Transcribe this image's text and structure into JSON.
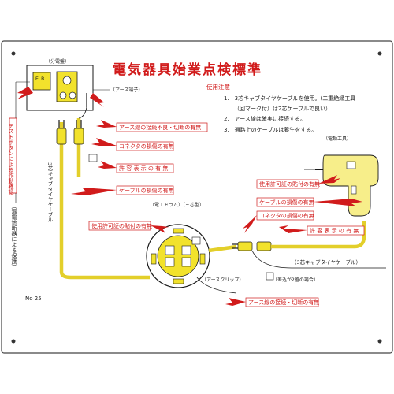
{
  "sign": {
    "title": "電気器具始業点検標準",
    "number": "No 25"
  },
  "notes": {
    "heading": "使用注意",
    "items": [
      "1.　3芯キャブタイヤケーブルを使用。(二重絶縁工具",
      "（回マーク付）は2芯ケーブルで良い）",
      "2.　アース線は確実に接続する。",
      "3.　通路上のケーブルは養生をする。"
    ]
  },
  "panel": {
    "label": "（分電盤）",
    "ground_terminal": "（アース端子）",
    "breaker": "ELB",
    "vertical_note": "テストボタンによる作動確認",
    "vertical_note2": "（漏電遮断器による保護）"
  },
  "cable_left": {
    "vertical_label": "3芯キャブタイヤケーブル"
  },
  "drum": {
    "label": "（電工ドラム）（三芯型）",
    "clip_label": "（アースクリップ）"
  },
  "tool": {
    "label": "（電動工具）"
  },
  "cable_right": {
    "label": "（3芯キャブタイヤケーブル）",
    "note": "（差込が2極の場合）"
  },
  "check_labels": {
    "ground_wire_top": "アース線の接続不良・切断の有無",
    "connector_left": "コネクタの損傷の有無",
    "plug_left": "許 容 表 示 の 有 無",
    "cable_left": "ケーブルの損傷の有無",
    "drum_rating": "使用許可証の貼付の有無",
    "tool_permit": "使用許可証の貼付の有無",
    "cable_right": "ケーブルの損傷の有無",
    "connector_right": "コネクタの損傷の有無",
    "rating_right": "許 容 表 示 の 有 無",
    "ground_wire_bottom": "アース線の接続・切断の有無"
  },
  "colors": {
    "label_red": "#d11b1b",
    "cable_yellow": "#e3cf2a",
    "plug_yellow": "#f2e22c",
    "tool_yellow": "#f7ee8a",
    "line_black": "#1a1a1a"
  }
}
